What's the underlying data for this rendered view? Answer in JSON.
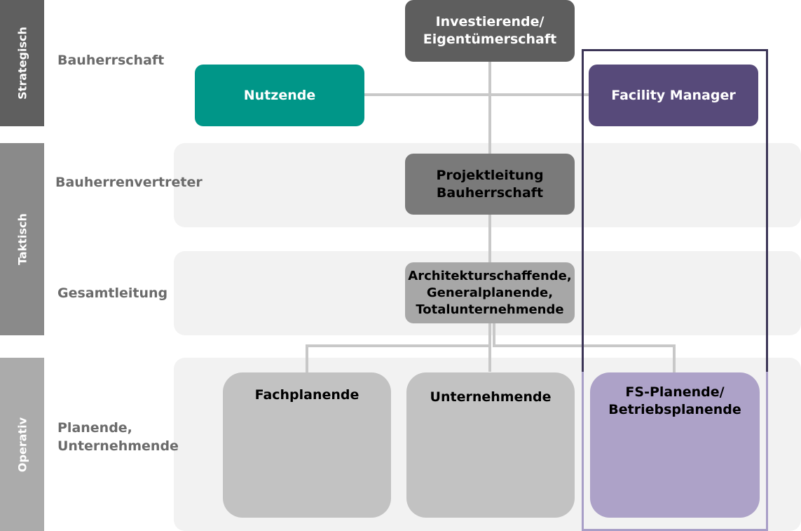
{
  "levels": {
    "strategisch": "Strategisch",
    "taktisch": "Taktisch",
    "operativ": "Operativ"
  },
  "roles": {
    "bauherrschaft": "Bauherrschaft",
    "bauherrenvertreter": "Bauherrenvertreter",
    "gesamtleitung": "Gesamtleitung",
    "planende_line1": "Planende,",
    "planende_line2": "Unternehmende"
  },
  "boxes": {
    "investierende": "Investierende/\nEigentümerschaft",
    "nutzende": "Nutzende",
    "facility_manager": "Facility Manager",
    "projektleitung": "Projektleitung\nBauherrschaft",
    "architektur": "Architekturschaffende,\nGeneralplanende,\nTotalunternehmende",
    "fachplanende": "Fachplanende",
    "unternehmende": "Unternehmende",
    "fs_planende": "FS-Planende/\nBetriebsplanende"
  },
  "colors": {
    "teal": "#009688",
    "purple": "#574a7a",
    "lavender": "#ada2c8",
    "dark_grey": "#5e5e5e"
  }
}
